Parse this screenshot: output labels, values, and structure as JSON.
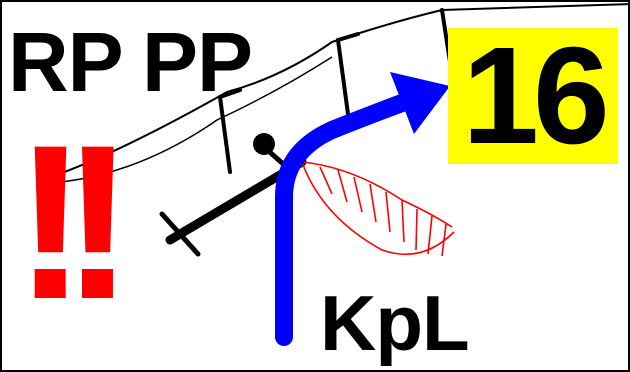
{
  "labels": {
    "rp": "RP",
    "pp": "PP",
    "exclamation": "!!",
    "kpl": "KpL",
    "km_marker": "16"
  },
  "colors": {
    "background": "#ffffff",
    "text": "#000000",
    "exclamation": "#ff0000",
    "km_marker_background": "#ffff00",
    "arrow": "#0000ff",
    "fan": "#ff0000"
  },
  "icons": {
    "catenary": "catenary-wire-icon",
    "support_poles": "catenary-support-pole-icon",
    "pantograph": "pantograph-icon",
    "arrow": "curved-arrow-icon",
    "fan": "hatched-fan-icon"
  }
}
